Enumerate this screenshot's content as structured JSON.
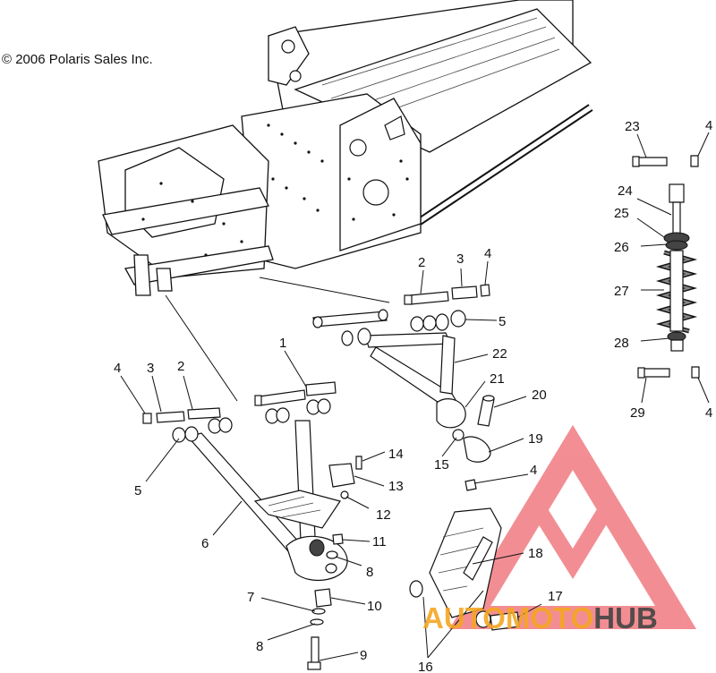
{
  "copyright": "© 2006 Polaris Sales Inc.",
  "watermark": {
    "part1": "AUTO",
    "part2": "MOTO",
    "part3": "HUB",
    "color1": "#f5a623",
    "color2": "#f5a623",
    "color3": "#444444",
    "triangle_color": "#e8323c"
  },
  "callouts": [
    {
      "id": "c1",
      "label": "1"
    },
    {
      "id": "c2a",
      "label": "2"
    },
    {
      "id": "c2b",
      "label": "2"
    },
    {
      "id": "c3a",
      "label": "3"
    },
    {
      "id": "c3b",
      "label": "3"
    },
    {
      "id": "c4a",
      "label": "4"
    },
    {
      "id": "c4b",
      "label": "4"
    },
    {
      "id": "c4c",
      "label": "4"
    },
    {
      "id": "c4d",
      "label": "4"
    },
    {
      "id": "c4e",
      "label": "4"
    },
    {
      "id": "c5a",
      "label": "5"
    },
    {
      "id": "c5b",
      "label": "5"
    },
    {
      "id": "c6",
      "label": "6"
    },
    {
      "id": "c7",
      "label": "7"
    },
    {
      "id": "c8a",
      "label": "8"
    },
    {
      "id": "c8b",
      "label": "8"
    },
    {
      "id": "c9",
      "label": "9"
    },
    {
      "id": "c10",
      "label": "10"
    },
    {
      "id": "c11",
      "label": "11"
    },
    {
      "id": "c12",
      "label": "12"
    },
    {
      "id": "c13",
      "label": "13"
    },
    {
      "id": "c14",
      "label": "14"
    },
    {
      "id": "c15",
      "label": "15"
    },
    {
      "id": "c16",
      "label": "16"
    },
    {
      "id": "c17",
      "label": "17"
    },
    {
      "id": "c18",
      "label": "18"
    },
    {
      "id": "c19",
      "label": "19"
    },
    {
      "id": "c20",
      "label": "20"
    },
    {
      "id": "c21",
      "label": "21"
    },
    {
      "id": "c22",
      "label": "22"
    },
    {
      "id": "c23",
      "label": "23"
    },
    {
      "id": "c24",
      "label": "24"
    },
    {
      "id": "c25",
      "label": "25"
    },
    {
      "id": "c26",
      "label": "26"
    },
    {
      "id": "c27",
      "label": "27"
    },
    {
      "id": "c28",
      "label": "28"
    },
    {
      "id": "c29",
      "label": "29"
    }
  ]
}
